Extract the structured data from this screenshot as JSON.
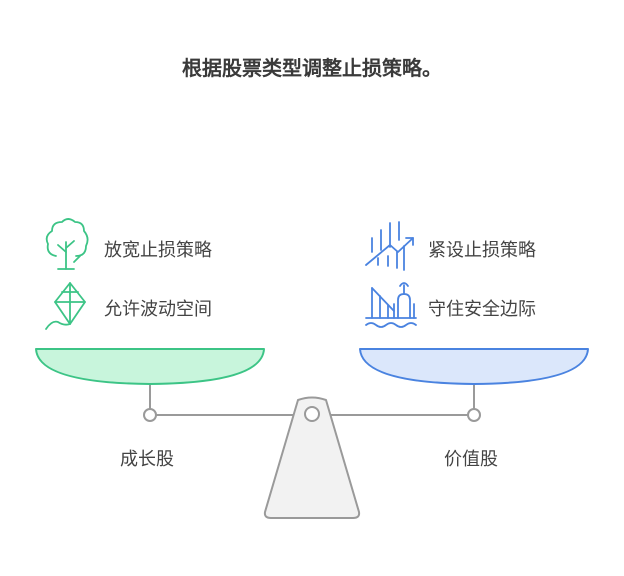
{
  "title": "根据股票类型调整止损策略。",
  "left": {
    "label": "成长股",
    "color": "#3cc486",
    "fill": "#c8f5dc",
    "items": [
      {
        "icon": "tree-icon",
        "text": "放宽止损策略"
      },
      {
        "icon": "kite-icon",
        "text": "允许波动空间"
      }
    ]
  },
  "right": {
    "label": "价值股",
    "color": "#4a83e0",
    "fill": "#dbe7fb",
    "items": [
      {
        "icon": "rising-chart-icon",
        "text": "紧设止损策略"
      },
      {
        "icon": "fortress-icon",
        "text": "守住安全边际"
      }
    ]
  }
}
